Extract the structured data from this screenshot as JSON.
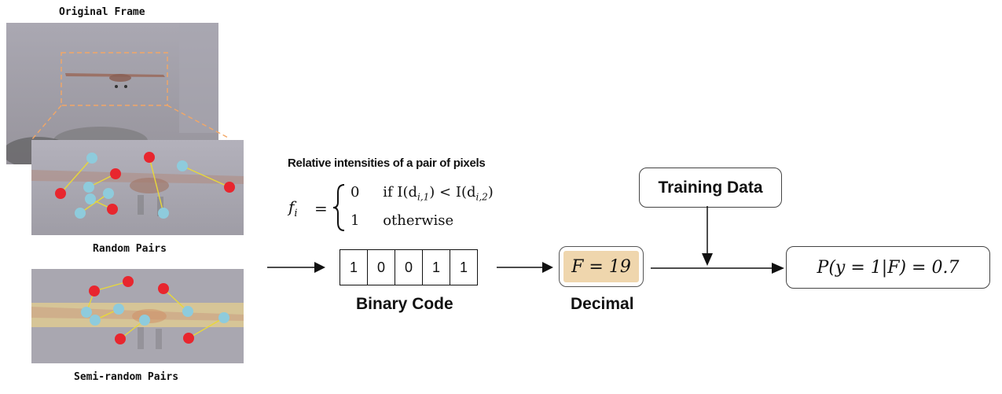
{
  "labels": {
    "original_frame": "Original Frame",
    "random_pairs": "Random Pairs",
    "semi_random_pairs": "Semi-random Pairs",
    "relative_intensities": "Relative intensities of a pair of pixels",
    "binary_code": "Binary Code",
    "decimal": "Decimal",
    "training_data": "Training Data"
  },
  "formula": {
    "lhs": "f",
    "lhs_sub": "i",
    "case1_value": "0",
    "case1_condition": "if I(d",
    "case1_sub_a": "i,1",
    "case1_mid": ") < I(d",
    "case1_sub_b": "i,2",
    "case1_end": ")",
    "case2_value": "1",
    "case2_condition": "otherwise"
  },
  "binary_code": [
    "1",
    "0",
    "0",
    "1",
    "1"
  ],
  "decimal_value": "F = 19",
  "probability": "P(y = 1|F) = 0.7",
  "colors": {
    "red_point": "#e8262e",
    "blue_point": "#8ecbdc",
    "pair_line": "#e8d83a",
    "decimal_fill": "#efd6ad",
    "band_fill": "#e6cf8f"
  }
}
